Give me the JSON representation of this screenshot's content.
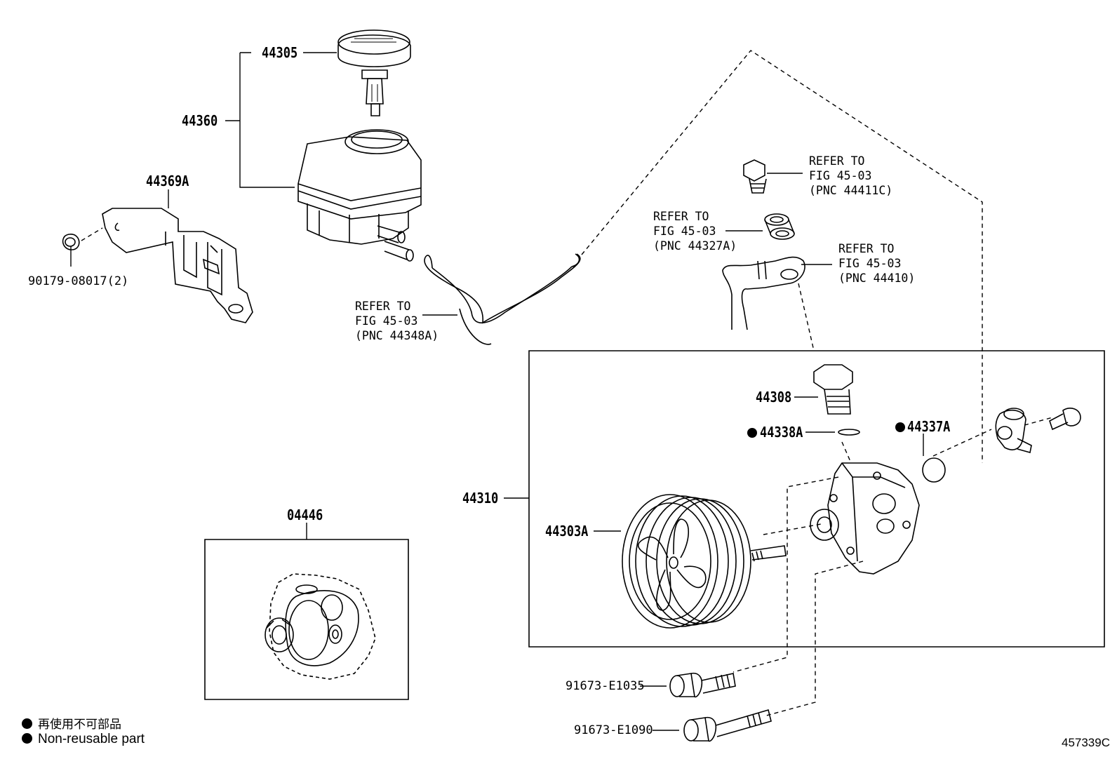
{
  "figure_id": "457339C",
  "parts": {
    "p44305": "44305",
    "p44360": "44360",
    "p44369A": "44369A",
    "p90179": "90179-08017(2)",
    "p44308": "44308",
    "p44338A": "44338A",
    "p44337A": "44337A",
    "p44310": "44310",
    "p44303A": "44303A",
    "p04446": "04446",
    "p91673_1035": "91673-E1035",
    "p91673_1090": "91673-E1090"
  },
  "references": {
    "hose": "REFER TO\nFIG 45-03\n(PNC 44348A)",
    "union_bolt": "REFER TO\nFIG 45-03\n(PNC 44411C)",
    "gasket": "REFER TO\nFIG 45-03\n(PNC 44327A)",
    "pressure_tube": "REFER TO\nFIG 45-03\n(PNC 44410)"
  },
  "legend": {
    "jp": "再使用不可部品",
    "en": "Non-reusable part"
  },
  "marker_icon": "filled-circle-icon"
}
